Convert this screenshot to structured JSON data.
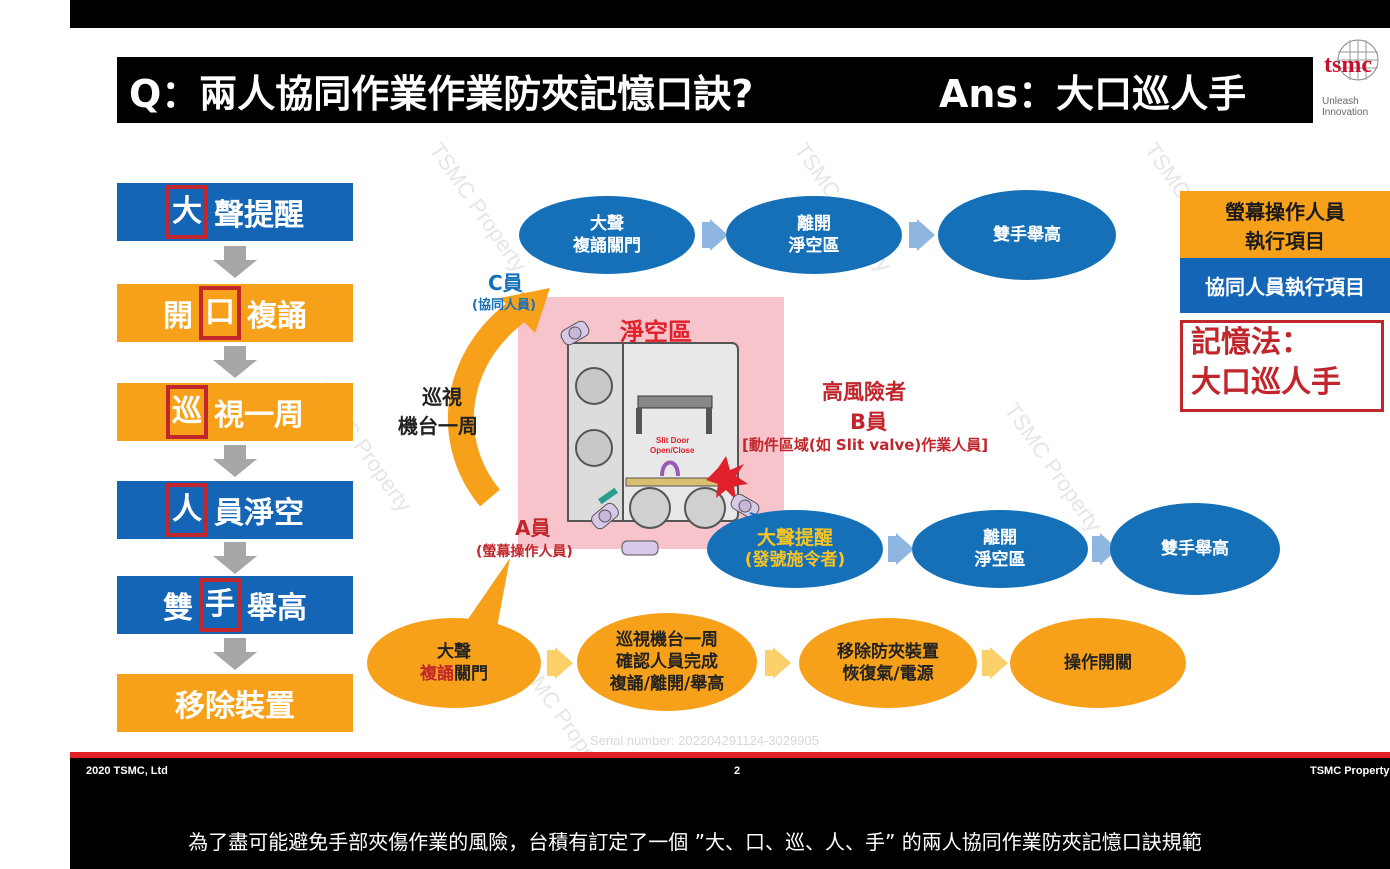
{
  "title": {
    "question": "Q：兩人協同作業作業防夾記憶口訣?",
    "answer": "Ans：大口巡人手"
  },
  "logo": {
    "text": "tsmc",
    "tagline": "Unleash Innovation"
  },
  "steps": [
    {
      "highlight": "大",
      "rest": "聲提醒",
      "color": "blue"
    },
    {
      "highlight": "口",
      "prefix": "開",
      "rest": "複誦",
      "color": "orange"
    },
    {
      "highlight": "巡",
      "rest": "視一周",
      "color": "orange"
    },
    {
      "highlight": "人",
      "rest": "員淨空",
      "color": "blue"
    },
    {
      "highlight": "手",
      "prefix": "雙",
      "rest": "舉高",
      "color": "blue"
    },
    {
      "highlight": "",
      "rest": "移除裝置",
      "color": "orange"
    }
  ],
  "c_flow": {
    "o1a": "大聲",
    "o1b": "複誦關門",
    "o2a": "離開",
    "o2b": "淨空區",
    "o3": "雙手舉高"
  },
  "b_flow": {
    "o1a": "大聲提醒",
    "o1b": "(發號施令者)",
    "o2a": "離開",
    "o2b": "淨空區",
    "o3": "雙手舉高"
  },
  "a_flow": {
    "o1a": "大聲",
    "o1b_red": "複誦",
    "o1b_rest": "關門",
    "o2a": "巡視機台一周",
    "o2b": "確認人員完成",
    "o2c": "複誦/離開/舉高",
    "o3a": "移除防夾裝置",
    "o3b": "恢復氣/電源",
    "o4": "操作開關"
  },
  "diagram": {
    "c_label": "C員",
    "c_sub": "(協同人員)",
    "zone": "淨空區",
    "patrol_a": "巡視",
    "patrol_b": "機台一周",
    "risk_a": "高風險者",
    "risk_b": "B員",
    "risk_sub": "[動件區域(如 Slit valve)作業人員]",
    "a_label": "A員",
    "a_sub": "(螢幕操作人員)",
    "slit_a": "Slit Door",
    "slit_b": "Open/Close"
  },
  "legend": {
    "orange_a": "螢幕操作人員",
    "orange_b": "執行項目",
    "blue": "協同人員執行項目",
    "memory_a": "記憶法：",
    "memory_b": "大口巡人手"
  },
  "watermark": "TSMC Property",
  "serial": "Serial number: 202204291124-3029905",
  "footer": {
    "left": "2020 TSMC, Ltd",
    "center": "2",
    "right": "TSMC Property"
  },
  "caption": "為了盡可能避免手部夾傷作業的風險，台積有訂定了一個 ”大、口、巡、人、手” 的兩人協同作業防夾記憶口訣規範",
  "colors": {
    "blue": "#1565b7",
    "orange": "#f7a11a",
    "red": "#c0262c"
  }
}
